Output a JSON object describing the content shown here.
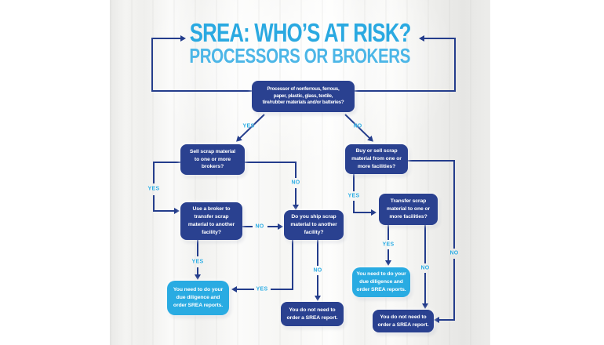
{
  "title": {
    "line1": "SREA: WHO’S AT RISK?",
    "line2": "PROCESSORS OR BROKERS"
  },
  "colors": {
    "line_navy": "#243d8c",
    "box_navy": "#2a4190",
    "box_cyan": "#29abe2",
    "title_primary": "#2aa9e1",
    "title_secondary": "#4cb6e7",
    "label_cyan": "#29abe2",
    "background": "#ffffff",
    "photo_gray": "#f2f2f1"
  },
  "nodes": {
    "processor": {
      "text": "Processor of nonferrous, ferrous,\npaper, plastic, glass, textile,\ntire/rubber materials and/or batteries?"
    },
    "sell": {
      "text": "Sell scrap material\nto one or more\nbrokers?"
    },
    "broker": {
      "text": "Use a broker to\ntransfer scrap\nmaterial to another\nfacility?"
    },
    "ship": {
      "text": "Do you ship scrap\nmaterial to another\nfacility?"
    },
    "buy": {
      "text": "Buy or sell scrap\nmaterial from one or\nmore facilities?"
    },
    "transfer": {
      "text": "Transfer scrap\nmaterial to one or\nmore facilities?"
    },
    "need_left": {
      "text": "You need to do your\ndue diligence and\norder SREA reports."
    },
    "need_right": {
      "text": "You need to do your\ndue diligence and\norder SREA reports."
    },
    "no_need_mid": {
      "text": "You do not need to\norder a SREA report."
    },
    "no_need_right": {
      "text": "You do not need to\norder a SREA report."
    }
  },
  "edge_labels": {
    "processor_yes": "YES",
    "processor_no": "NO",
    "sell_yes": "YES",
    "sell_no": "NO",
    "broker_no": "NO",
    "broker_yes": "YES",
    "ship_yes": "YES",
    "ship_no": "NO",
    "buy_yes": "YES",
    "buy_no": "NO",
    "transfer_yes": "YES",
    "transfer_no": "NO"
  }
}
